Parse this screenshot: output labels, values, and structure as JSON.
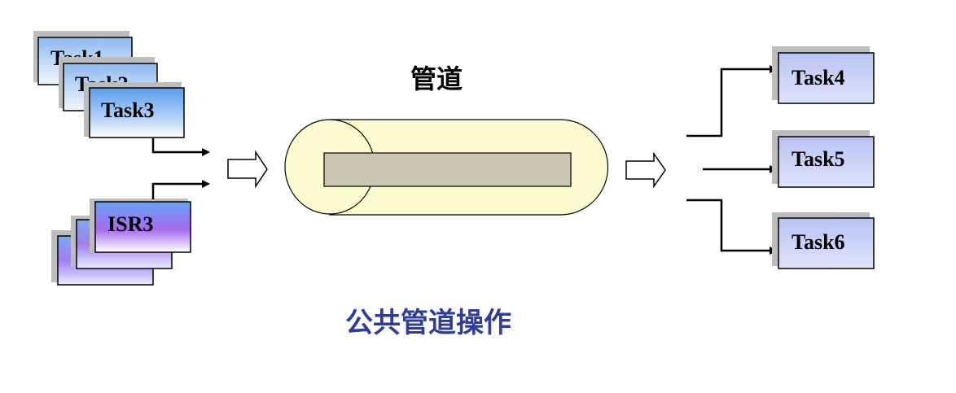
{
  "pipe_title": "管道",
  "caption": "公共管道操作",
  "tasks": {
    "task1": "Task1",
    "task2": "Task2",
    "task3": "Task3",
    "task4": "Task4",
    "task5": "Task5",
    "task6": "Task6"
  },
  "isr": {
    "isr3": "ISR3"
  },
  "colors": {
    "task_gradient_top": "#6ba8ef",
    "task_gradient_bottom": "#ffffff",
    "isr_gradient_mid": "#9a5de8",
    "output_box_fill": "#c6cdf5",
    "pipe_fill": "#fdfbcf",
    "pipe_inner_bar": "#c8c8b2",
    "caption_color": "#2e3c9c"
  }
}
